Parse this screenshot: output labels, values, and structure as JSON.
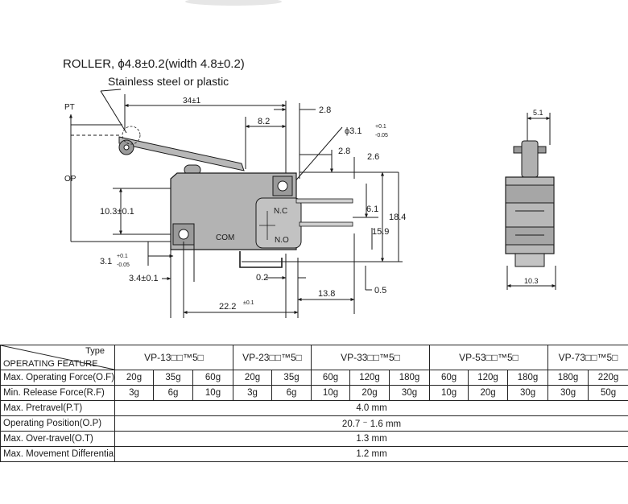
{
  "drawing": {
    "roller_title": "ROLLER, ϕ4.8±0.2(width 4.8±0.2)",
    "roller_material": "Stainless steel or plastic",
    "labels": {
      "pt": "PT",
      "op": "OP",
      "length_34": "34±1",
      "dim_8_2": "8.2",
      "dim_2_8_top": "2.8",
      "hole_dia": "ϕ3.1",
      "hole_tol_plus": "+0.1",
      "hole_tol_minus": "-0.05",
      "dim_2_8_mid": "2.8",
      "dim_2_6": "2.6",
      "dim_10_3": "10.3±0.1",
      "nc": "N.C",
      "no": "N.O",
      "com": "COM",
      "dim_6_1": "6.1",
      "dim_18_4": "18.4",
      "dim_15_9": "15.9",
      "dim_3_1": "3.1",
      "dim_3_1_tol_plus": "+0.1",
      "dim_3_1_tol_minus": "-0.05",
      "dim_3_4": "3.4±0.1",
      "dim_0_2": "0.2",
      "dim_13_8": "13.8",
      "dim_0_5": "0.5",
      "dim_22_2": "22.2",
      "dim_22_2_tol": "±0.1",
      "side_5_1": "5.1",
      "side_10_3": "10.3"
    }
  },
  "table": {
    "corner_type": "Type",
    "corner_feature": "OPERATING FEATURE",
    "models": [
      "VP-13□□™5□",
      "VP-23□□™5□",
      "VP-33□□™5□",
      "VP-53□□™5□",
      "VP-73□□™5□"
    ],
    "rows": {
      "op_force_label": "Max. Operating Force(O.F)",
      "op_force": [
        "20g",
        "35g",
        "60g",
        "20g",
        "35g",
        "60g",
        "120g",
        "180g",
        "60g",
        "120g",
        "180g",
        "180g",
        "220g"
      ],
      "release_force_label": "Min. Release Force(R.F)",
      "release_force": [
        "3g",
        "6g",
        "10g",
        "3g",
        "6g",
        "10g",
        "20g",
        "30g",
        "10g",
        "20g",
        "30g",
        "30g",
        "50g"
      ],
      "pretravel_label": "Max. Pretravel(P.T)",
      "pretravel": "4.0 mm",
      "op_position_label": "Operating Position(O.P)",
      "op_position": "20.7 ⁻ 1.6 mm",
      "overtravel_label": "Max. Over-travel(O.T)",
      "overtravel": "1.3 mm",
      "movement_label": "Max. Movement Differential",
      "movement": "1.2 mm"
    }
  }
}
